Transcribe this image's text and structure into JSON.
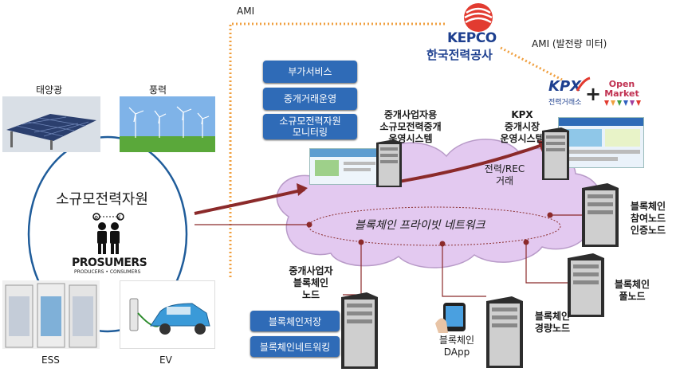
{
  "kepco": {
    "logo_text": "KEPCO",
    "name_ko": "한국전력공사"
  },
  "ami_top": "AMI",
  "ami_meter": "AMI (발전량 미터)",
  "kpx_logo": {
    "main": "KPX",
    "sub": "전력거래소",
    "open_market": "Open Market"
  },
  "sources": {
    "solar": "태양광",
    "wind": "풍력",
    "ess": "ESS",
    "ev": "EV"
  },
  "small_resource": "소규모전력자원",
  "prosumers": {
    "main": "PROSUMERS",
    "sub": "PRODUCERS • CONSUMERS"
  },
  "services": [
    "부가서비스",
    "중개거래운영",
    "소규모전력자원\n모니터링"
  ],
  "broker_system": "중개사업자용\n소규모전력중개\n운영시스템",
  "kpx_system": "KPX\n중개시장\n운영시스템",
  "trade_label": "전력/REC\n거래",
  "network_label": "블록체인 프라이빗 네트워크",
  "nodes": {
    "auth": "블록체인\n참여노드\n인증노드",
    "full": "블록체인\n풀노드",
    "light": "블록체인\n경량노드",
    "broker": "중개사업자\n블록체인\n노드"
  },
  "dapp": "블록체인\nDApp",
  "bottom_buttons": [
    "블록체인저장",
    "블록체인네트워킹"
  ],
  "colors": {
    "accent_blue": "#2f6bb7",
    "cloud": "#e3c9f0",
    "arrow": "#8b2a2a",
    "kepco_red": "#e23b30",
    "kepco_blue": "#1d3f8f",
    "ami_line": "#f0a040"
  }
}
